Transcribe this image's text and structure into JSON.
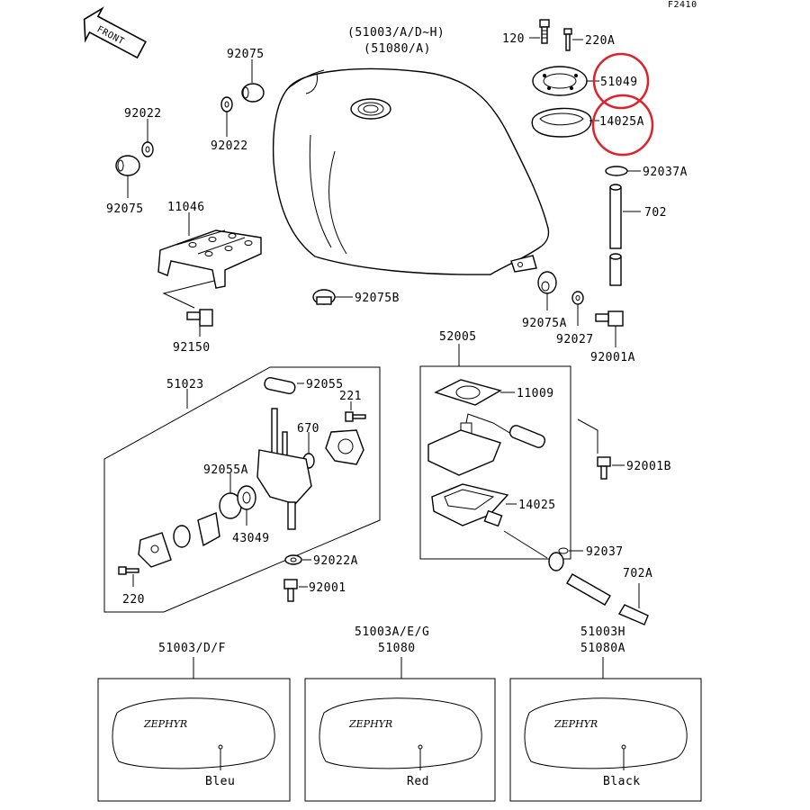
{
  "figure_code": "F2410",
  "front_label": "FRONT",
  "tank_labels": {
    "line1": "(51003/A/D~H)",
    "line2": "(51080/A)"
  },
  "parts": {
    "p120": "120",
    "p220A": "220A",
    "p51049": "51049",
    "p14025A": "14025A",
    "p92037A": "92037A",
    "p702": "702",
    "p92075_top": "92075",
    "p92022_top": "92022",
    "p92022_left": "92022",
    "p92075_left": "92075",
    "p11046": "11046",
    "p92150": "92150",
    "p92075B": "92075B",
    "p92075A": "92075A",
    "p92027": "92027",
    "p92001A": "92001A",
    "p51023": "51023",
    "p92055": "92055",
    "p221": "221",
    "p670": "670",
    "p92055A": "92055A",
    "p43049": "43049",
    "p220": "220",
    "p92022A": "92022A",
    "p92001": "92001",
    "p52005": "52005",
    "p11009": "11009",
    "p92001B": "92001B",
    "p14025": "14025",
    "p92037": "92037",
    "p702A": "702A"
  },
  "variants": [
    {
      "code1": "51003/D/F",
      "code2": "",
      "color": "Bleu"
    },
    {
      "code1": "51003A/E/G",
      "code2": "51080",
      "color": "Red"
    },
    {
      "code1": "51003H",
      "code2": "51080A",
      "color": "Black"
    }
  ],
  "highlight_color": "#e0202a"
}
